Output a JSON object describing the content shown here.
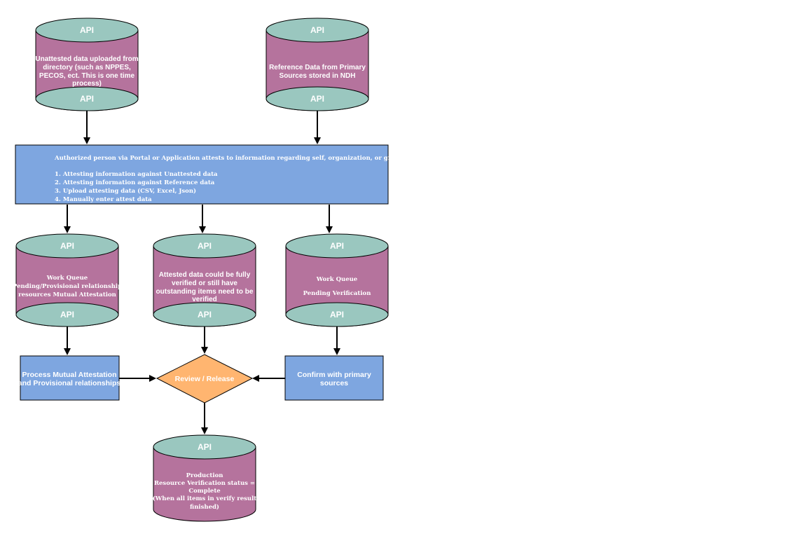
{
  "api_label": "API",
  "top_left_cylinder": {
    "lines": [
      "Unattested data uploaded from",
      "directory (such as NPPES,",
      "PECOS, ect. This is one time",
      "process)"
    ]
  },
  "top_right_cylinder": {
    "lines": [
      "Reference Data from Primary",
      "Sources stored in NDH"
    ]
  },
  "portal_box": {
    "heading": "Authorized person via Portal or Application attests to information regarding self, organization, or group",
    "items": [
      "1. Attesting information against Unattested data",
      "2. Attesting information against Reference data",
      "3. Upload attesting data (CSV, Excel, Json)",
      "4. Manually enter attest data"
    ]
  },
  "mid_left_cylinder": {
    "lines": [
      "Work Queue",
      "Pending/Provisional relationship",
      "resources Mutual Attestation"
    ]
  },
  "mid_center_cylinder": {
    "lines": [
      "Attested data could be fully",
      "verified or still have",
      "outstanding items need to be",
      "verified"
    ]
  },
  "mid_right_cylinder": {
    "line1": "Work Queue",
    "line2": "Pending Verification"
  },
  "process_box": {
    "lines": [
      "Process Mutual Attestation",
      "and Provisional relationships"
    ]
  },
  "review_diamond": {
    "label": "Review / Release"
  },
  "confirm_box": {
    "lines": [
      "Confirm with primary",
      "sources"
    ]
  },
  "production_cylinder": {
    "lines": [
      "Production",
      "Resource Verification status =",
      "Complete",
      "(When all items in verify result",
      "finished)"
    ]
  },
  "colors": {
    "cylinder_body": "#b5739d",
    "cylinder_cap": "#9ac7bf",
    "box_fill": "#7ea6e0",
    "diamond_fill": "#ffb570",
    "text": "#ffffff"
  }
}
